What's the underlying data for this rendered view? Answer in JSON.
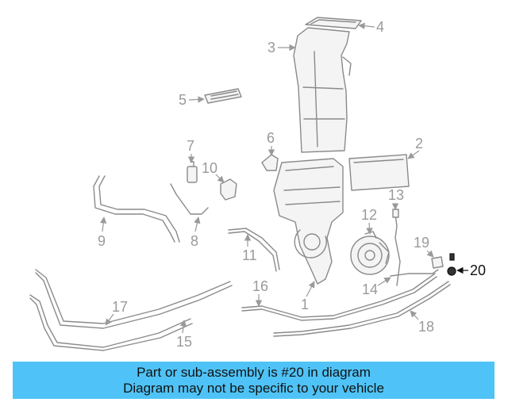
{
  "diagram": {
    "highlighted_part": "20",
    "callouts": [
      "1",
      "2",
      "3",
      "4",
      "5",
      "6",
      "7",
      "8",
      "9",
      "10",
      "11",
      "12",
      "13",
      "14",
      "15",
      "16",
      "17",
      "18",
      "19",
      "20"
    ]
  },
  "banner": {
    "line1": "Part or sub-assembly is #20 in diagram",
    "line2": "Diagram may not be specific to your vehicle",
    "color": "#4fc3f7"
  }
}
